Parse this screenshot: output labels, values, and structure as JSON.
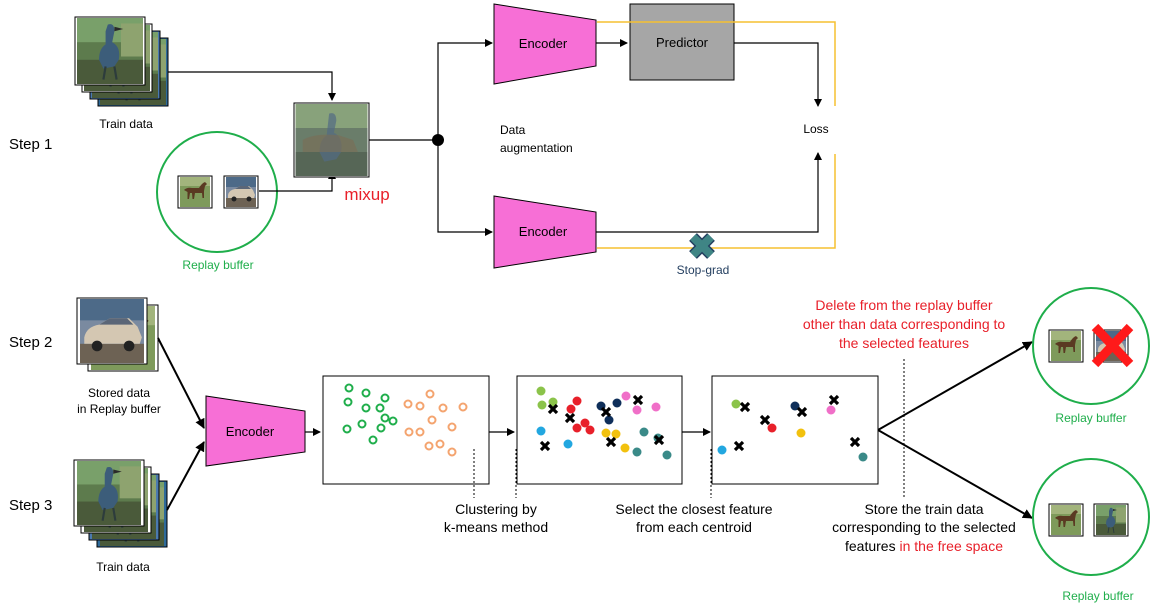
{
  "step1": {
    "label": "Step 1",
    "train_caption": "Train data",
    "mixup": "mixup",
    "replay_caption": "Replay buffer",
    "aug_line1": "Data",
    "aug_line2": "augmentation",
    "encoder": "Encoder",
    "predictor": "Predictor",
    "loss": "Loss",
    "stopgrad": "Stop-grad"
  },
  "step2": {
    "label": "Step 2",
    "stored_line1": "Stored data",
    "stored_line2": "in Replay buffer"
  },
  "step3": {
    "label": "Step 3",
    "train_caption": "Train data"
  },
  "pipeline": {
    "encoder": "Encoder",
    "cluster_line1": "Clustering by",
    "cluster_line2": "k-means method",
    "select_line1": "Select the closest feature",
    "select_line2": "from each centroid",
    "store_line1": "Store the train data",
    "store_line2": "corresponding to the selected",
    "store_line3_a": "features ",
    "store_line3_b": "in the free space",
    "delete_line1": "Delete from the replay buffer",
    "delete_line2": "other than data corresponding to",
    "delete_line3": "the selected features",
    "replay_caption_top": "Replay buffer",
    "replay_caption_bottom": "Replay buffer"
  },
  "colors": {
    "encoder": "#f76fd6",
    "predictor": "#a6a6a6",
    "green_ring": "#1fae4b",
    "orange": "#f4a46f",
    "red": "#e8202a",
    "stopgrad": "#3f8585",
    "stop_text": "#243f60",
    "arrow_yellow": "#f5c031",
    "cluster_colors": [
      "#8bc34a",
      "#e8202a",
      "#0f2f5a",
      "#f06fc8",
      "#22a7e0",
      "#f2c10e",
      "#3a8a88"
    ]
  }
}
